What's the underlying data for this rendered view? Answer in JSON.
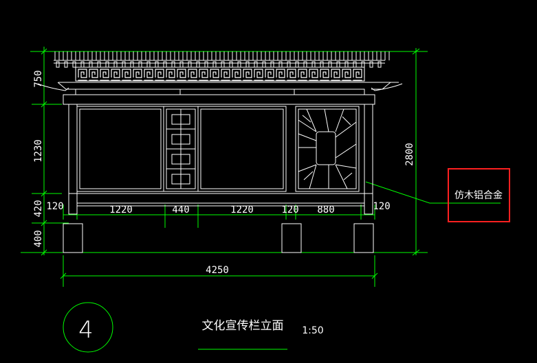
{
  "drawing": {
    "colors": {
      "background": "#000000",
      "linework": "#ffffff",
      "dimension": "#00ff00",
      "highlight": "#ff2020"
    },
    "dimensions": {
      "overall_height": "2800",
      "overall_width": "4250",
      "left_stack": [
        "750",
        "1230",
        "420",
        "400"
      ],
      "bottom_row": [
        "120",
        "1220",
        "440",
        "1220",
        "120",
        "880",
        "120"
      ]
    },
    "callout": {
      "material_label": "仿木铝合金"
    },
    "title_block": {
      "detail_number": "4",
      "title": "文化宣传栏立面",
      "scale": "1:50"
    }
  }
}
